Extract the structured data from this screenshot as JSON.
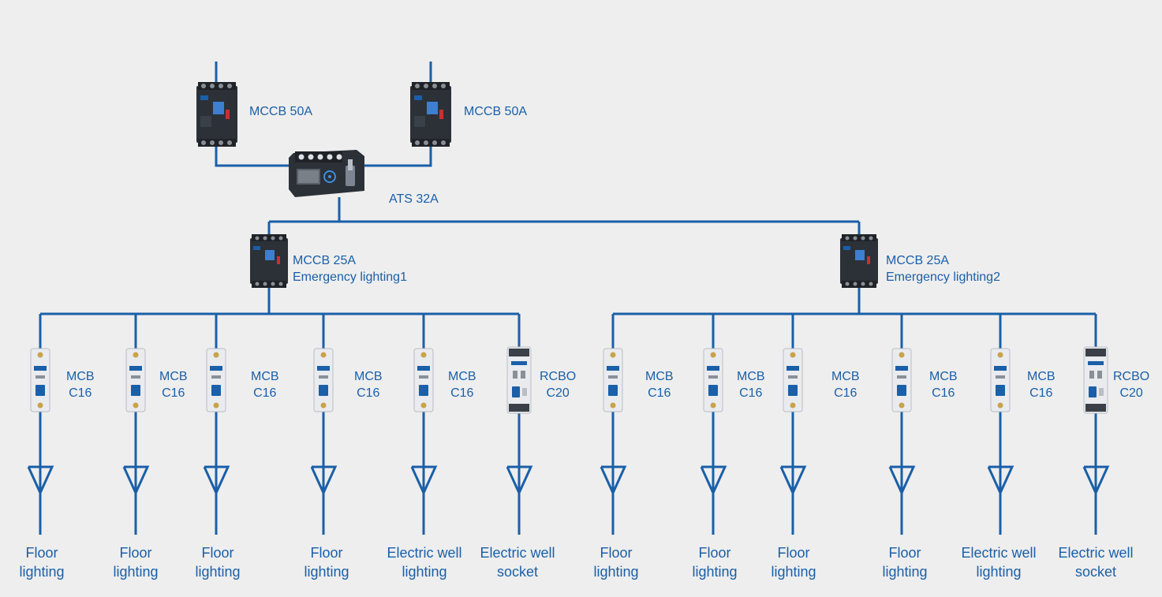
{
  "colors": {
    "line": "#1a5fa8",
    "background": "#eeeeee",
    "device_dark": "#2c3138",
    "device_light": "#e9ebee"
  },
  "sources": [
    {
      "label": "MCCB 50A"
    },
    {
      "label": "MCCB 50A"
    }
  ],
  "ats": {
    "label": "ATS 32A"
  },
  "groups": [
    {
      "label_line1": "MCCB 25A",
      "label_line2": "Emergency lighting1"
    },
    {
      "label_line1": "MCCB 25A",
      "label_line2": "Emergency lighting2"
    }
  ],
  "branches": [
    {
      "type": "MCB",
      "rating": "C16",
      "load_line1": "Floor",
      "load_line2": "lighting"
    },
    {
      "type": "MCB",
      "rating": "C16",
      "load_line1": "Floor",
      "load_line2": "lighting"
    },
    {
      "type": "MCB",
      "rating": "C16",
      "load_line1": "Floor",
      "load_line2": "lighting"
    },
    {
      "type": "MCB",
      "rating": "C16",
      "load_line1": "Floor",
      "load_line2": "lighting"
    },
    {
      "type": "MCB",
      "rating": "C16",
      "load_line1": "Electric well",
      "load_line2": "lighting"
    },
    {
      "type": "RCBO",
      "rating": "C20",
      "load_line1": "Electric well",
      "load_line2": "socket"
    },
    {
      "type": "MCB",
      "rating": "C16",
      "load_line1": "Floor",
      "load_line2": "lighting"
    },
    {
      "type": "MCB",
      "rating": "C16",
      "load_line1": "Floor",
      "load_line2": "lighting"
    },
    {
      "type": "MCB",
      "rating": "C16",
      "load_line1": "Floor",
      "load_line2": "lighting"
    },
    {
      "type": "MCB",
      "rating": "C16",
      "load_line1": "Floor",
      "load_line2": "lighting"
    },
    {
      "type": "MCB",
      "rating": "C16",
      "load_line1": "Electric well",
      "load_line2": "lighting"
    },
    {
      "type": "RCBO",
      "rating": "C20",
      "load_line1": "Electric well",
      "load_line2": "socket"
    }
  ]
}
